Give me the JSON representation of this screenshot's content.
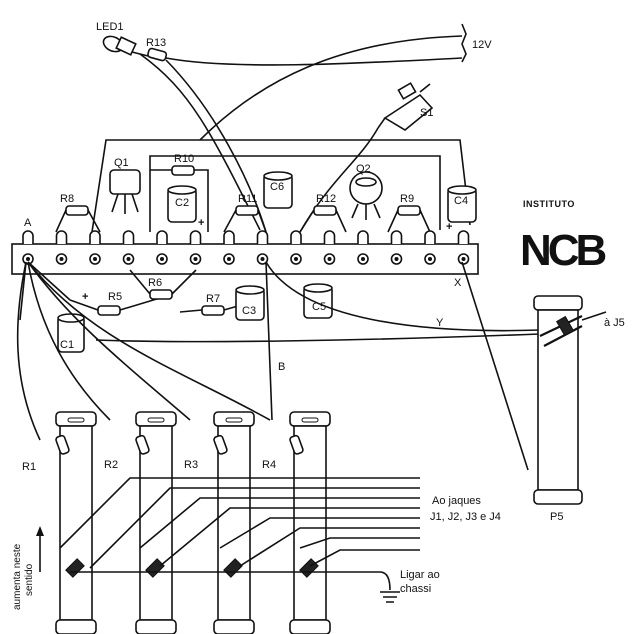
{
  "labels": {
    "led1": "LED1",
    "r13": "R13",
    "v12": "12V",
    "s1": "S1",
    "q1": "Q1",
    "q2": "Q2",
    "r10": "R10",
    "r8": "R8",
    "c2": "C2",
    "r11": "R11",
    "c6": "C6",
    "r12": "R12",
    "r9": "R9",
    "c4": "C4",
    "a": "A",
    "r5": "R5",
    "r6": "R6",
    "r7": "R7",
    "c3": "C3",
    "c5": "C5",
    "c1": "C1",
    "x": "X",
    "y": "Y",
    "b": "B",
    "j5": "à J5",
    "p5": "P5",
    "r1": "R1",
    "r2": "R2",
    "r3": "R3",
    "r4": "R4",
    "jaques_line1": "Ao jaques",
    "jaques_line2": "J1, J2, J3 e J4",
    "chassi_line1": "Ligar ao",
    "chassi_line2": "chassi",
    "sentido_line1": "aumenta neste",
    "sentido_line2": "sentido",
    "plus": "+"
  },
  "logo": {
    "small": "INSTITUTO",
    "big": "NCB"
  }
}
